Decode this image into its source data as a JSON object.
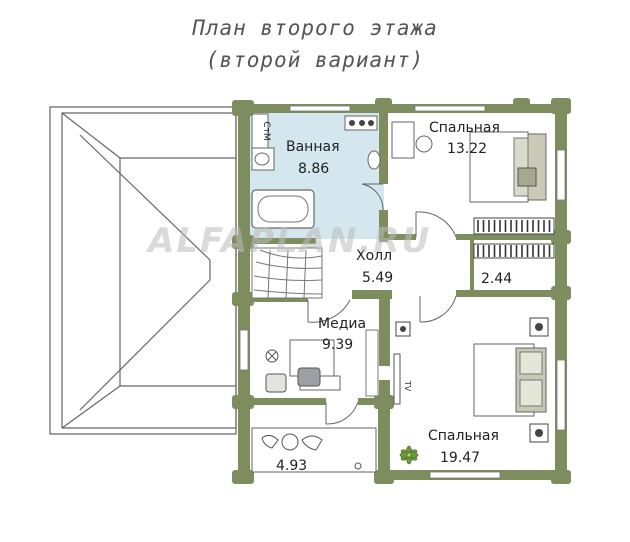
{
  "title": {
    "line1": "План второго этажа",
    "line2": "(второй вариант)"
  },
  "watermark": "ALFAPLAN.RU",
  "colors": {
    "wall": "#7d8d5e",
    "wall_dark": "#5f6e46",
    "bath_floor": "#d4e6ee",
    "line": "#666666"
  },
  "rooms": {
    "bathroom": {
      "name": "Ванная",
      "area": "8.86"
    },
    "bedroom_top": {
      "name": "Спальная",
      "area": "13.22"
    },
    "hall": {
      "name": "Холл",
      "area": "5.49"
    },
    "closet": {
      "area": "2.44"
    },
    "media": {
      "name": "Медиа",
      "area": "9.39"
    },
    "bedroom_bottom": {
      "name": "Спальная",
      "area": "19.47"
    },
    "balcony": {
      "area": "4.93"
    }
  },
  "labels": {
    "washer": "СтМ",
    "tv": "TV"
  },
  "icons": [
    "roof-hip-icon",
    "bathtub-icon",
    "sink-icon",
    "stairs-icon",
    "bed-icon",
    "wardrobe-icon",
    "desk-icon",
    "chair-icon",
    "plant-icon",
    "tv-icon",
    "fireplace-icon",
    "nightstand-icon"
  ]
}
